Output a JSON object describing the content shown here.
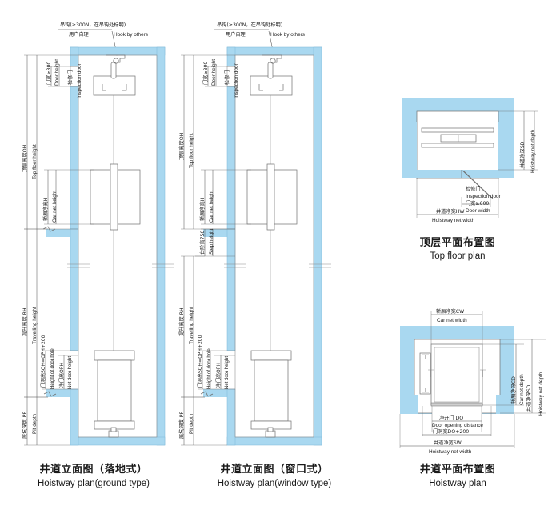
{
  "page": {
    "title": "Elevator hoistway technical drawing sheet",
    "background": "#ffffff",
    "wall_color": "#a9d8f0",
    "line_color": "#6f6f6f"
  },
  "captions": [
    {
      "cn": "井道立面图（落地式）",
      "en": "Hoistway plan(ground type)"
    },
    {
      "cn": "井道立面图（窗口式）",
      "en": "Hoistway plan(window type)"
    },
    {
      "cn": "顶层平面布置图",
      "en": "Top floor plan"
    },
    {
      "cn": "井道平面布置图",
      "en": "Hoistway plan"
    }
  ],
  "hook_note": {
    "cn_line1": "吊钩(≥300N，在吊钩处标明)",
    "cn_line2": "用户自理",
    "en": "Hook by others"
  },
  "elevation_ground": {
    "labels": {
      "door_width_cn": "门宽≥800",
      "door_height_en": "Door height",
      "inspection_door_cn": "检修门",
      "inspection_door_en": "Inspection door",
      "top_floor_height_cn": "顶层高度OH",
      "top_floor_height_en": "Top floor height",
      "car_net_height_cn": "轿厢净高H",
      "car_net_height_en": "Car net height",
      "travelling_height_cn": "提升高度 RH",
      "travelling_height_en": "Travelling height",
      "door_hole_cn": "门洞高SOH=OPH+200",
      "door_hole_en": "Height  of door hole",
      "net_door_height_cn": "净门高OPH",
      "net_door_height_en": "Net door height",
      "pit_depth_cn": "底坑深度 PP",
      "pit_depth_en": "Pit depth"
    }
  },
  "elevation_window": {
    "labels": {
      "door_width_cn": "门宽≥800",
      "door_height_en": "Door height",
      "inspection_door_cn": "检修门",
      "inspection_door_en": "Inspection door",
      "top_floor_height_cn": "顶层高度OH",
      "top_floor_height_en": "Top floor height",
      "car_net_height_cn": "轿厢净高H",
      "car_net_height_en": "Car net height",
      "step_height_cn": "台阶高750",
      "step_height_en": "Step height",
      "travelling_height_cn": "提升高度 RH",
      "travelling_height_en": "Travelling height",
      "door_hole_cn": "门洞高SOH=OPH+200",
      "door_hole_en": "Height  of door hole",
      "net_door_height_cn": "净门高OPH",
      "net_door_height_en": "Net door height",
      "pit_depth_cn": "底坑深度 PP",
      "pit_depth_en": "Pit depth"
    }
  },
  "top_floor_plan": {
    "labels": {
      "hoistway_net_depth_cn": "井道净深SD",
      "hoistway_net_depth_en": "Hoistway net depth",
      "inspection_door_cn": "检修门",
      "inspection_door_en": "Inspection door",
      "door_width_cn": "门宽≥600",
      "door_width_en": "Door width",
      "hoistway_net_width_cn": "井道净宽HW",
      "hoistway_net_width_en": "Hoistway net width"
    }
  },
  "hoistway_plan": {
    "labels": {
      "car_net_width_cn": "轿厢净宽CW",
      "car_net_width_en": "Car net width",
      "car_net_depth_cn": "轿厢净深CD",
      "car_net_depth_en": "Car net depth",
      "hoistway_net_depth_cn": "井道净深SD",
      "hoistway_net_depth_en": "Hoistway net depth",
      "door_opening_cn": "净开门 DO",
      "door_opening_en": "Door opening distance",
      "door_hole_width_cn": "门洞宽DO+200",
      "hoistway_net_width_cn": "井道净宽SW",
      "hoistway_net_width_en": "Hoistway net width"
    }
  }
}
